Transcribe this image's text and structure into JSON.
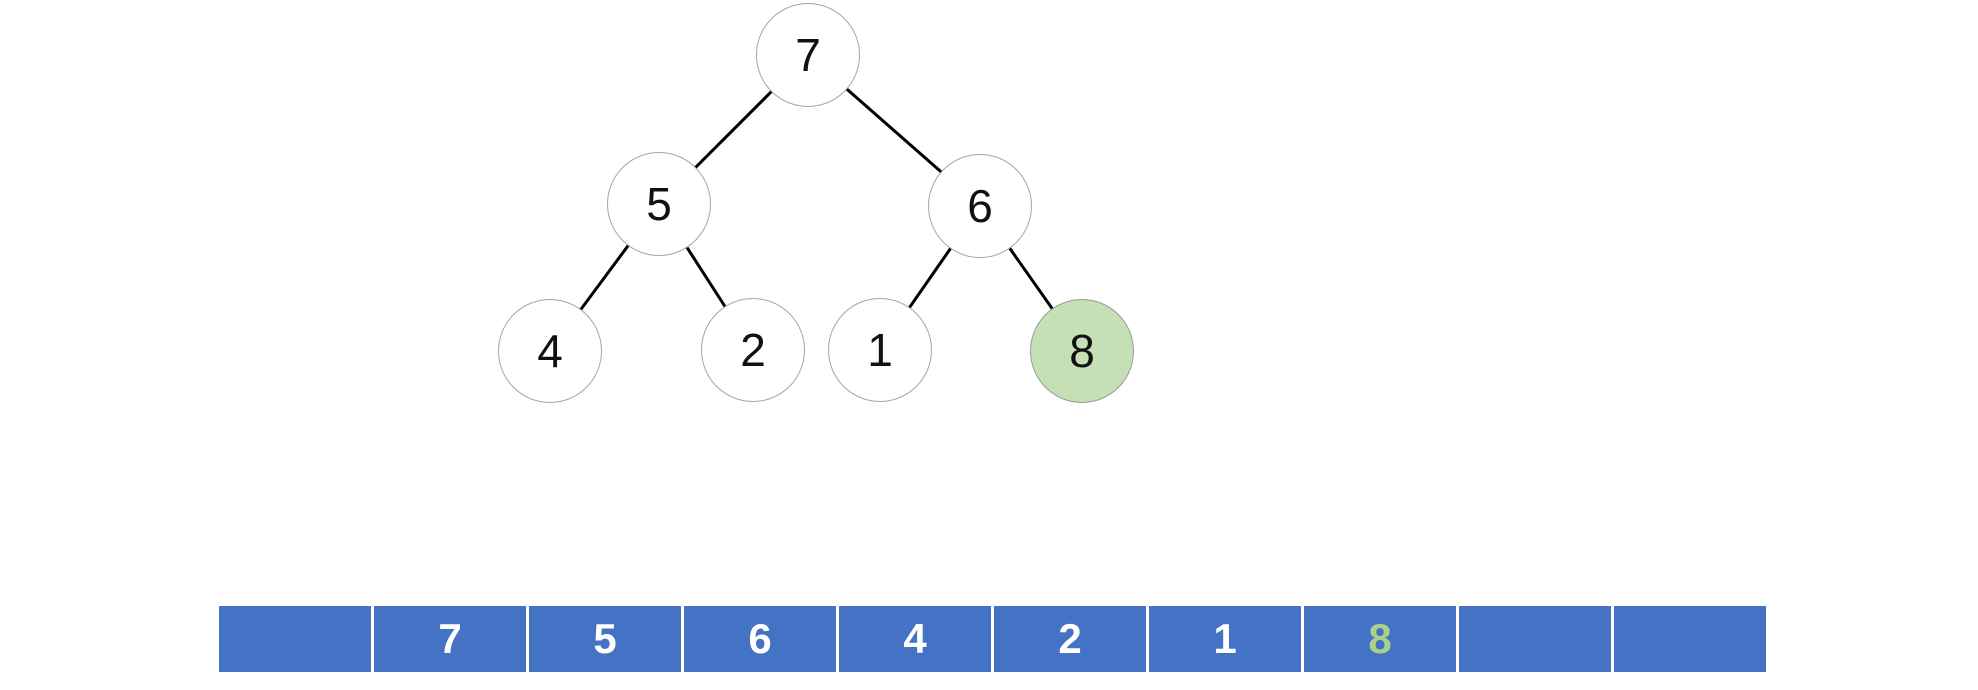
{
  "tree": {
    "nodes": [
      {
        "value": "7",
        "level": 0,
        "highlighted": false
      },
      {
        "value": "5",
        "level": 1,
        "highlighted": false
      },
      {
        "value": "6",
        "level": 1,
        "highlighted": false
      },
      {
        "value": "4",
        "level": 2,
        "highlighted": false
      },
      {
        "value": "2",
        "level": 2,
        "highlighted": false
      },
      {
        "value": "1",
        "level": 2,
        "highlighted": false
      },
      {
        "value": "8",
        "level": 2,
        "highlighted": true
      }
    ],
    "edges": [
      {
        "parent": "7",
        "child": "5"
      },
      {
        "parent": "7",
        "child": "6"
      },
      {
        "parent": "5",
        "child": "4"
      },
      {
        "parent": "5",
        "child": "2"
      },
      {
        "parent": "6",
        "child": "1"
      },
      {
        "parent": "6",
        "child": "8"
      }
    ]
  },
  "array": {
    "cells": [
      "",
      "7",
      "5",
      "6",
      "4",
      "2",
      "1",
      "8",
      "",
      ""
    ],
    "highlighted_index": 7
  },
  "colors": {
    "cell_fill": "#4472C4",
    "cell_text": "#FFFFFF",
    "node_fill": "#FFFFFF",
    "node_stroke": "#A6A6A6",
    "highlight_node_fill": "#C5E0B4",
    "highlight_cell_text": "#A9D18E",
    "edge_stroke": "#000000"
  }
}
